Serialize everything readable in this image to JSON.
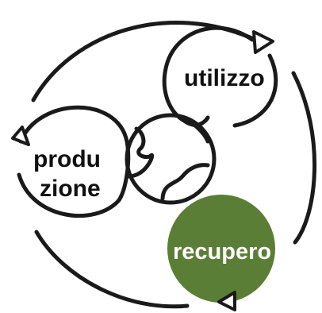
{
  "labels": {
    "utilizzo": "utilizzo",
    "produzione_line1": "produ",
    "produzione_line2": "zione",
    "recupero": "recupero"
  },
  "colors": {
    "recupero_fill": "#5a7e35",
    "stroke": "#1a1a1a",
    "background": "#ffffff"
  },
  "icons": {
    "center": "globe-icon",
    "arrows": [
      "arrowhead-icon",
      "arrowhead-icon",
      "arrowhead-icon"
    ]
  }
}
